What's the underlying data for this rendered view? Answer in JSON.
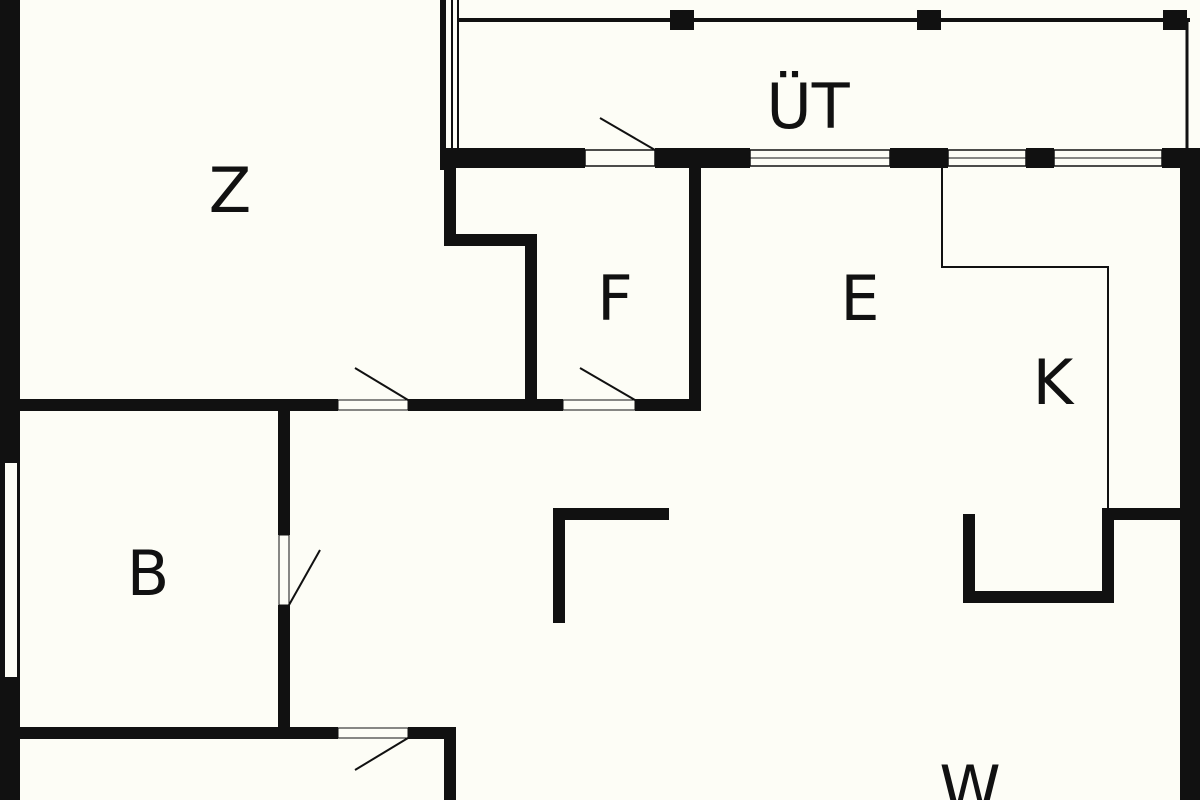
{
  "floorplan": {
    "background_color": "#fdfdf6",
    "wall_color": "#111111",
    "rooms": {
      "balcony": {
        "label": "ÜT"
      },
      "room_z": {
        "label": "Z"
      },
      "room_f": {
        "label": "F"
      },
      "room_e": {
        "label": "E"
      },
      "room_k": {
        "label": "K"
      },
      "room_b": {
        "label": "B"
      },
      "room_w": {
        "label": "W"
      }
    }
  }
}
